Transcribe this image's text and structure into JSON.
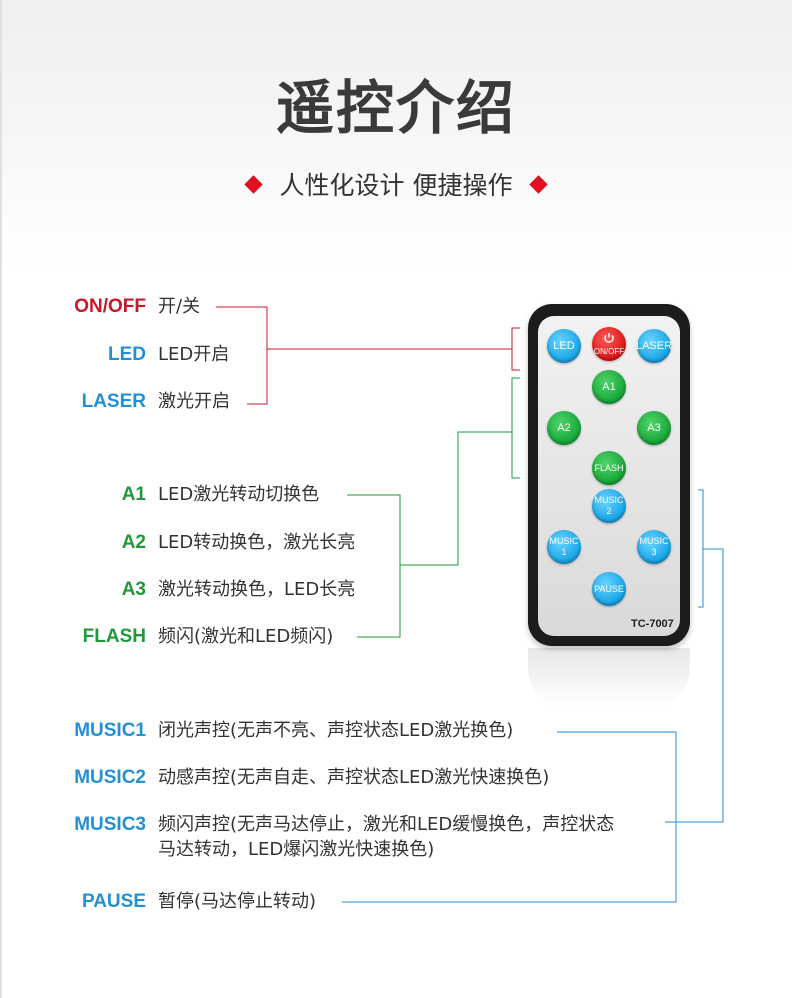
{
  "header": {
    "title": "遥控介绍",
    "subtitle": "人性化设计 便捷操作"
  },
  "colors": {
    "red": "#c8182b",
    "blue": "#2390d6",
    "green": "#1e9a3a"
  },
  "functions": [
    {
      "key": "ON/OFF",
      "desc": "开/关"
    },
    {
      "key": "LED",
      "desc": "LED开启"
    },
    {
      "key": "LASER",
      "desc": "激光开启"
    },
    {
      "key": "A1",
      "desc": "LED激光转动切换色"
    },
    {
      "key": "A2",
      "desc": "LED转动换色，激光长亮"
    },
    {
      "key": "A3",
      "desc": "激光转动换色，LED长亮"
    },
    {
      "key": "FLASH",
      "desc": "频闪(激光和LED频闪)"
    },
    {
      "key": "MUSIC1",
      "desc": "闭光声控(无声不亮、声控状态LED激光换色)"
    },
    {
      "key": "MUSIC2",
      "desc": "动感声控(无声自走、声控状态LED激光快速换色)"
    },
    {
      "key": "MUSIC3",
      "desc_line1": "频闪声控(无声马达停止，激光和LED缓慢换色，声控状态",
      "desc_line2": "马达转动，LED爆闪激光快速换色)"
    },
    {
      "key": "PAUSE",
      "desc": "暂停(马达停止转动)"
    }
  ],
  "remote": {
    "model": "TC-7007",
    "buttons": {
      "led": "LED",
      "onoff": "ON/OFF",
      "laser": "LASER",
      "a1": "A1",
      "a2": "A2",
      "a3": "A3",
      "flash": "FLASH",
      "music2_a": "MUSIC",
      "music2_b": "2",
      "music1_a": "MUSIC",
      "music1_b": "1",
      "music3_a": "MUSIC",
      "music3_b": "3",
      "pause": "PAUSE"
    }
  }
}
